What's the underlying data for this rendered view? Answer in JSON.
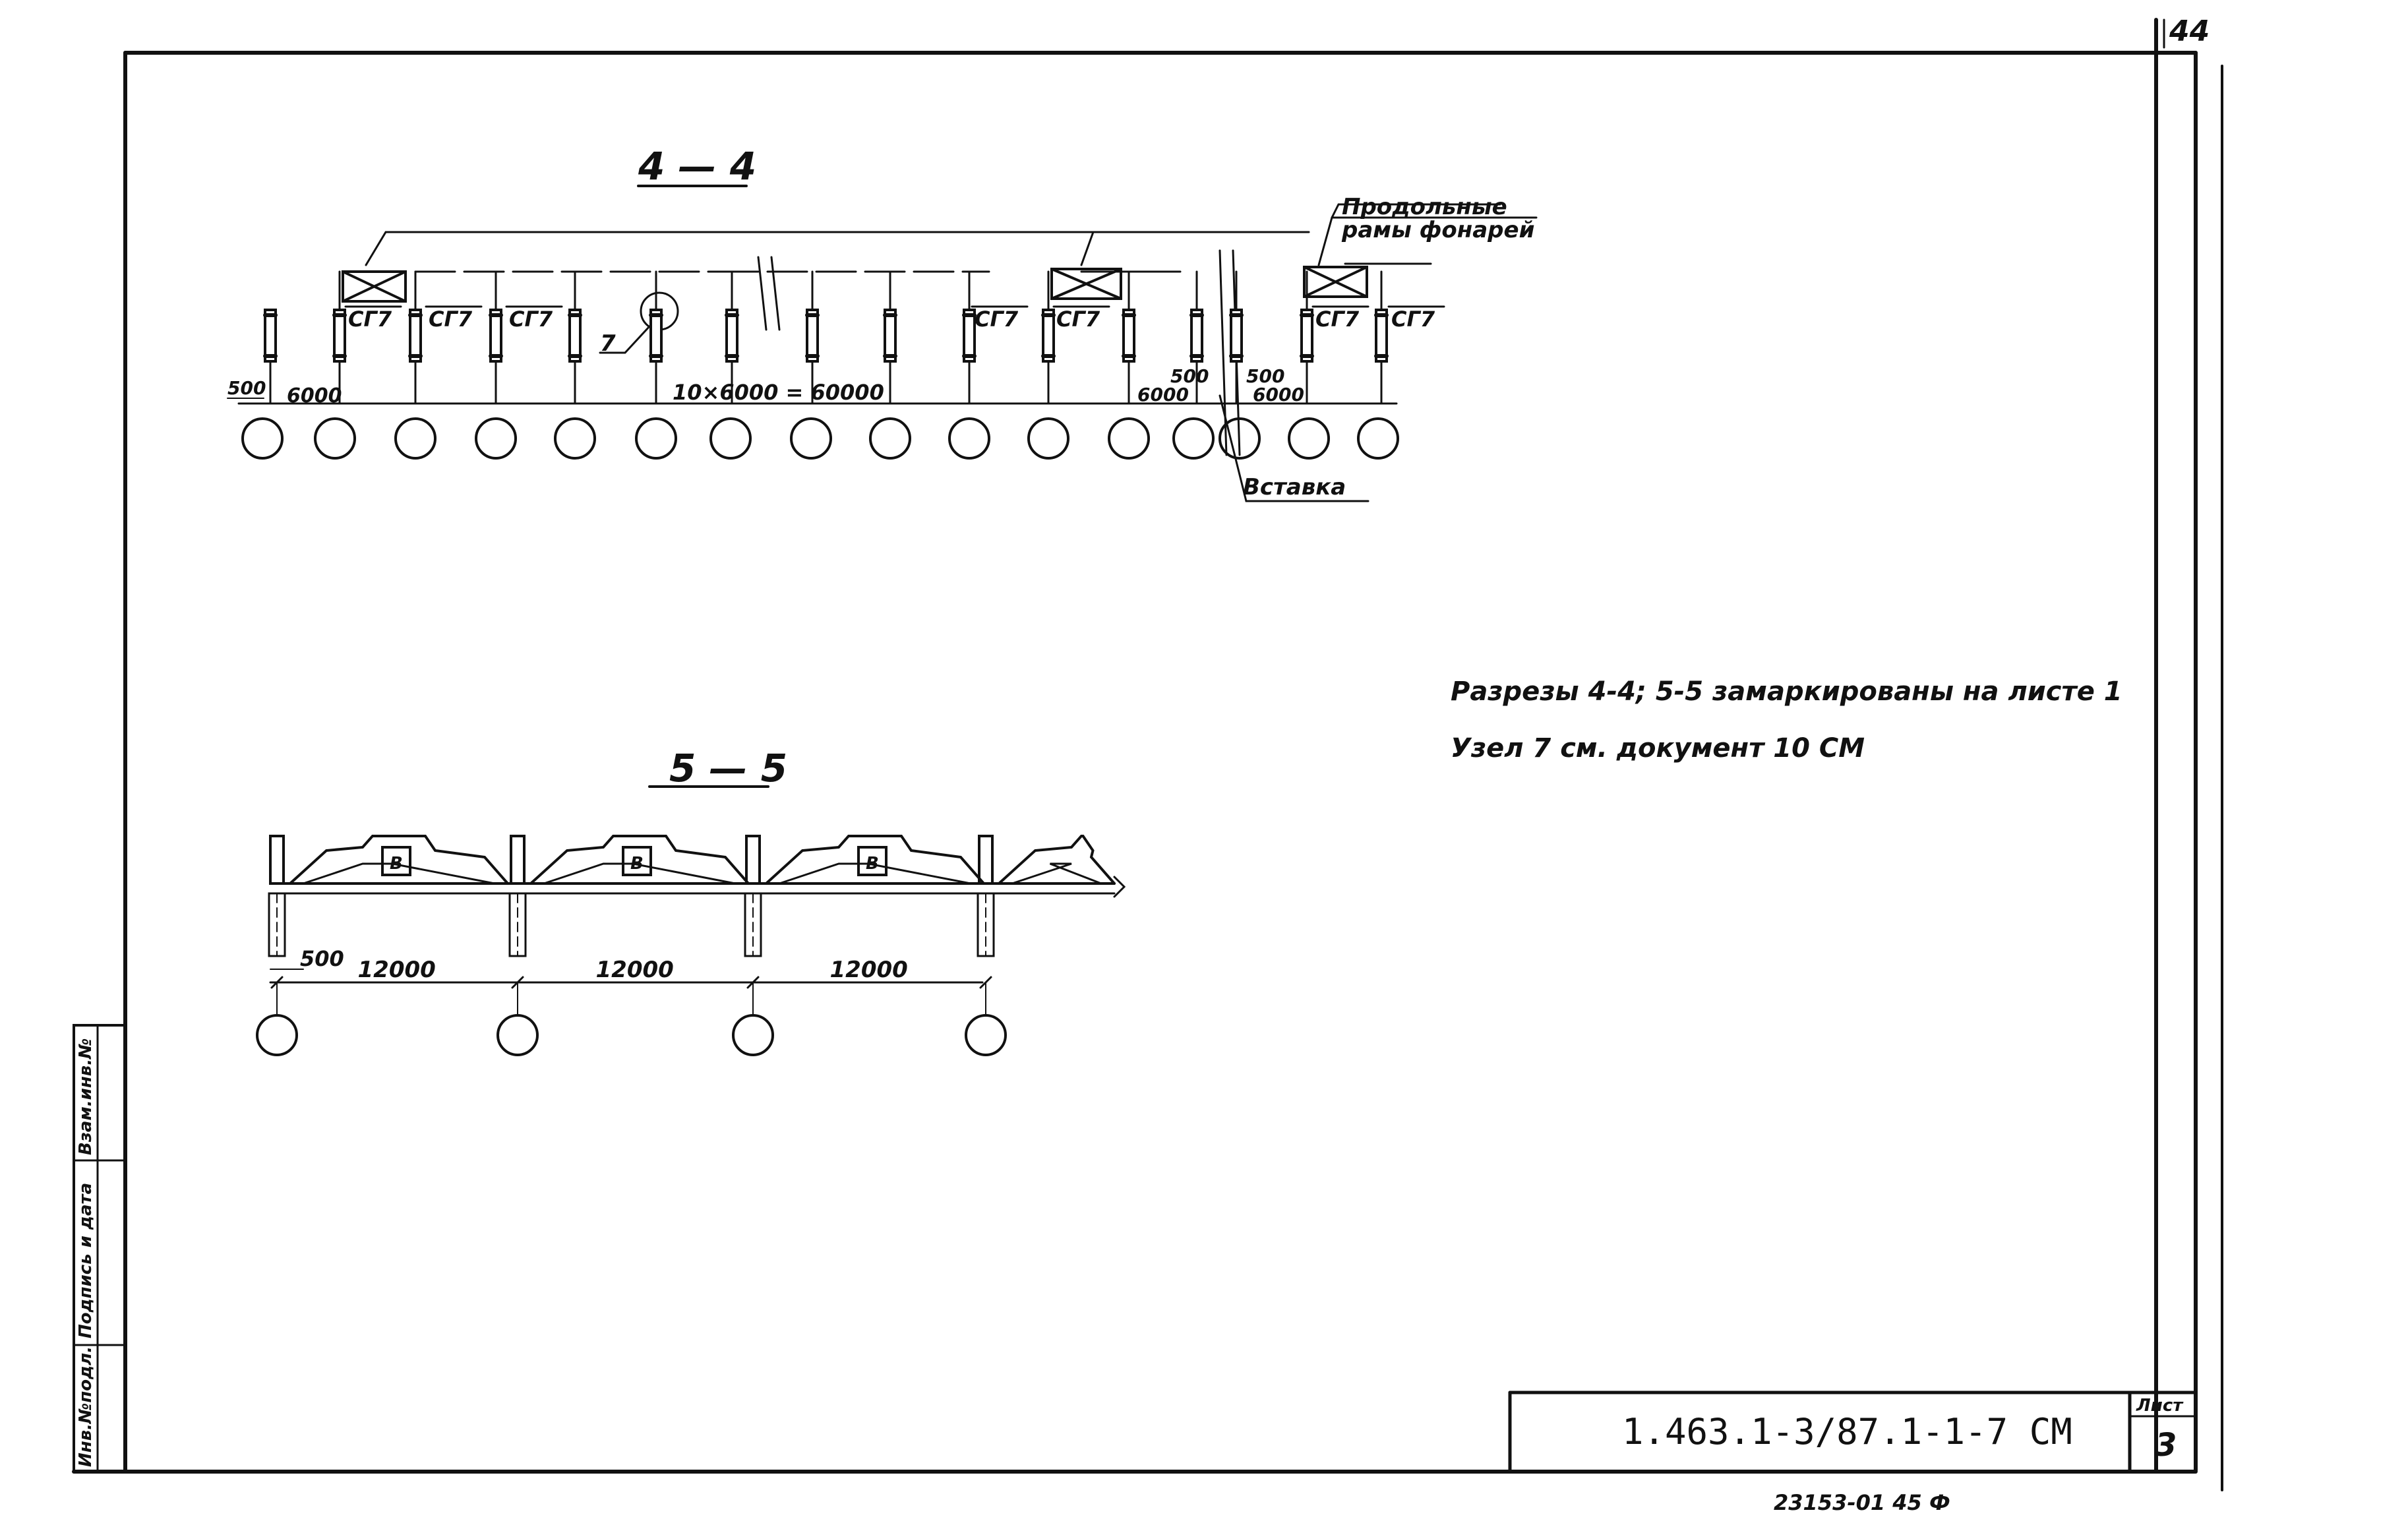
{
  "sheet_number_top": "44",
  "sections": {
    "s44": {
      "title": "4 — 4",
      "callout_frames_line1": "Продольные",
      "callout_frames_line2": "рамы фонарей",
      "callout_insert": "Вставка",
      "node_number": "7",
      "beam_mark": "СГ7",
      "dim_500_left": "500",
      "dim_6000_left": "6000",
      "dim_span_total": "10×6000 =  60000",
      "dim_500_a": "500",
      "dim_500_b": "500",
      "dim_6000_a": "6000",
      "dim_6000_b": "6000"
    },
    "s55": {
      "title": "5 — 5",
      "dim_500": "500",
      "spans": [
        "12000",
        "12000",
        "12000"
      ],
      "truss_mark": "В"
    }
  },
  "notes": {
    "line1": "Разрезы 4-4; 5-5 замаркированы на листе 1",
    "line2": "Узел 7  см. документ 10 СМ"
  },
  "title_block": {
    "document_code": "1.463.1-3/87.1-1-7 СМ",
    "sheet_label": "Лист",
    "sheet_value": "3",
    "bottom_note": "23153-01   45   Ф"
  },
  "side_stamp": {
    "col1": "Инв.№подл.",
    "col2": "Подпись и дата",
    "col3": "Взам.инв.№"
  }
}
